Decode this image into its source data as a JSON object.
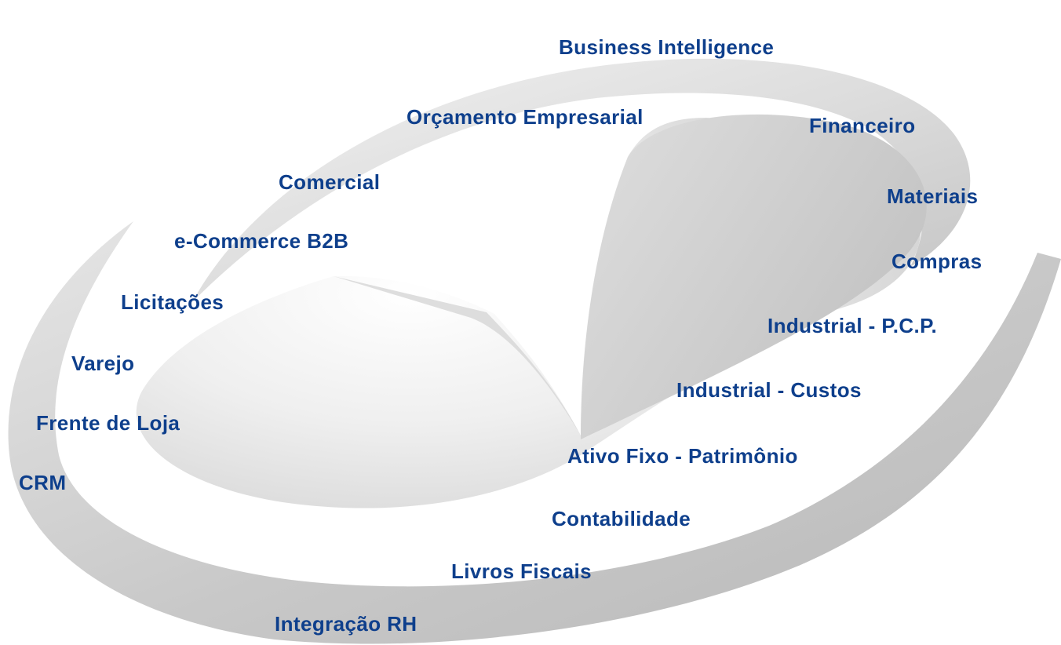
{
  "colors": {
    "label_text": "#0e3f8c",
    "swoosh_light": "#eeeeee",
    "swoosh_dark": "#bdbdbd",
    "background": "#ffffff"
  },
  "modules": [
    {
      "id": "business-intelligence",
      "label": "Business Intelligence"
    },
    {
      "id": "orcamento-empresarial",
      "label": "Orçamento Empresarial"
    },
    {
      "id": "financeiro",
      "label": "Financeiro"
    },
    {
      "id": "comercial",
      "label": "Comercial"
    },
    {
      "id": "materiais",
      "label": "Materiais"
    },
    {
      "id": "e-commerce-b2b",
      "label": "e-Commerce B2B"
    },
    {
      "id": "compras",
      "label": "Compras"
    },
    {
      "id": "licitacoes",
      "label": "Licitações"
    },
    {
      "id": "industrial-pcp",
      "label": "Industrial - P.C.P."
    },
    {
      "id": "varejo",
      "label": "Varejo"
    },
    {
      "id": "industrial-custos",
      "label": "Industrial - Custos"
    },
    {
      "id": "frente-de-loja",
      "label": "Frente de Loja"
    },
    {
      "id": "ativo-fixo-patrimonio",
      "label": "Ativo Fixo - Patrimônio"
    },
    {
      "id": "crm",
      "label": "CRM"
    },
    {
      "id": "contabilidade",
      "label": "Contabilidade"
    },
    {
      "id": "livros-fiscais",
      "label": "Livros Fiscais"
    },
    {
      "id": "integracao-rh",
      "label": "Integração RH"
    }
  ]
}
